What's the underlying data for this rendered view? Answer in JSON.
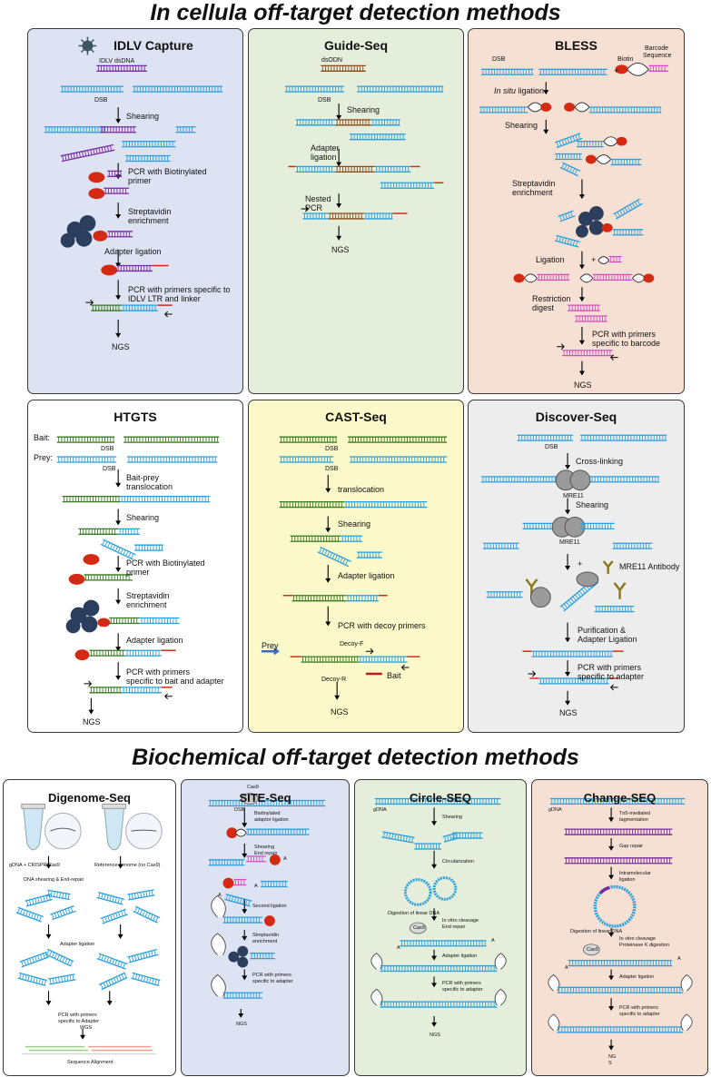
{
  "titles": {
    "in_cellula": "In cellula off-target detection methods",
    "biochemical": "Biochemical off-target detection methods"
  },
  "colors": {
    "blue_panel": "#dde3f3",
    "green_panel": "#e4eedb",
    "peach_panel": "#f6e0d3",
    "yellow_panel": "#fbf8c9",
    "grey_panel": "#ededed",
    "white_panel": "#ffffff",
    "dna_blue": "#2aa0dc",
    "dna_green": "#3a7a22",
    "dna_purple": "#7a2aa0",
    "dna_brown": "#8a4a1a",
    "dna_pink": "#d34fc0",
    "bead_red": "#d42a14",
    "streptavidin_navy": "#2c3e5e",
    "adapter_orange": "#e08a30"
  },
  "idlv": {
    "title": "IDLV Capture",
    "icon": "virus-icon",
    "dsdna": "IDLV dsDNA",
    "dsb": "DSB",
    "shearing": "Shearing",
    "pcr_biotin": [
      "PCR with Biotinylated",
      "primer"
    ],
    "strep": [
      "Streptavidin",
      "enrichment"
    ],
    "adapter": "Adapter ligation",
    "pcr_final": [
      "PCR with primers specific to",
      "IDLV LTR and linker"
    ],
    "ngs": "NGS"
  },
  "guide": {
    "title": "Guide-Seq",
    "dsodn": "dsODN",
    "dsb": "DSB",
    "shearing": "Shearing",
    "adapter": [
      "Adapter",
      "ligation"
    ],
    "nested": [
      "Nested",
      "PCR"
    ],
    "ngs": "NGS"
  },
  "bless": {
    "title": "BLESS",
    "dsb": "DSB",
    "plus": "+",
    "biotin": "Biotin",
    "barcode": [
      "Barcode",
      "Sequence"
    ],
    "insitu_it": "In situ",
    "insitu_rest": " ligation",
    "shearing": "Shearing",
    "strep": [
      "Streptavidin",
      "enrichment"
    ],
    "ligation": "Ligation",
    "plus2": "+",
    "restriction": [
      "Restriction",
      "digest"
    ],
    "pcr": [
      "PCR with primers",
      "specific to barcode"
    ],
    "ngs": "NGS"
  },
  "htgts": {
    "title": "HTGTS",
    "bait": "Bait:",
    "prey": "Prey:",
    "dsb1": "DSB",
    "dsb2": "DSB",
    "translocation": [
      "Bait-prey",
      "translocation"
    ],
    "shearing": "Shearing",
    "pcr_biotin": [
      "PCR with Biotinylated",
      "primer"
    ],
    "strep": [
      "Streptavidin",
      "enrichment"
    ],
    "adapter": "Adapter ligation",
    "pcr": [
      "PCR with primers",
      "specific to bait and adapter"
    ],
    "ngs": "NGS"
  },
  "cast": {
    "title": "CAST-Seq",
    "dsb1": "DSB",
    "dsb2": "DSB",
    "translocation": "translocation",
    "shearing": "Shearing",
    "adapter": "Adapter ligation",
    "pcr": "PCR with decoy primers",
    "decoy_f": "Decoy-F",
    "prey": "Prey",
    "bait": "Bait",
    "decoy_r": "Decoy-R",
    "ngs": "NGS"
  },
  "discover": {
    "title": "Discover-Seq",
    "dsb": "DSB",
    "crosslink": "Cross-linking",
    "mre11_a": "MRE11",
    "shearing": "Shearing",
    "mre11_b": "MRE11",
    "plus": "+",
    "antibody": "MRE11 Antibody",
    "purification": [
      "Purification &",
      "Adapter Ligation"
    ],
    "pcr": [
      "PCR with primers",
      "specific to adapter"
    ],
    "ngs": "NGS"
  },
  "digenome": {
    "title": "Digenome-Seq",
    "left_label": "gDNA + CRISPR/Cas9",
    "right_label": "Reference genome (no Cas9)",
    "shearing": "DNA shearing & End-repair",
    "adapter": "Adapter ligation",
    "pcr": [
      "PCR with primers",
      "specific to Adapter"
    ],
    "wgs": "WGS",
    "alignment": "Sequence Alignment"
  },
  "site": {
    "title": "SITE-Seq",
    "cas9": "Cas9",
    "dsb": "DSB",
    "biotin": [
      "Biotinylated",
      "adaptor ligation"
    ],
    "shearing": [
      "Shearing",
      "End repair"
    ],
    "a1": "A",
    "a2": "A",
    "a3": "A",
    "second": "Second ligation",
    "strep": [
      "Streptavidin",
      "enrichment"
    ],
    "pcr": [
      "PCR with primers",
      "specific to adapter"
    ],
    "ngs": "NGS"
  },
  "circle": {
    "title": "Circle-SEQ",
    "gdna": "gDNA",
    "shearing": "Shearing",
    "circ": "Circularization",
    "digest": "Digestion of linear DNA",
    "cleavage": [
      "In vitro cleavage",
      "End repair"
    ],
    "cas9": "Cas9",
    "a_left": "A",
    "a_right": "A",
    "adapter": "Adapter ligation",
    "pcr": [
      "PCR with primers",
      "specific to adapter"
    ],
    "ngs": "NGS"
  },
  "change": {
    "title": "Change-SEQ",
    "gdna": "gDNA",
    "tn5": [
      "Tn5-mediated",
      "tagmentation"
    ],
    "gap": "Gap repair",
    "intra": [
      "Intramolecular",
      "ligation"
    ],
    "digest": "Digestion of linear DNA",
    "cleavage": [
      "In vitro cleavage",
      "Proteinase K digestion"
    ],
    "cas9": "Cas9",
    "a_left": "A",
    "a_right": "A",
    "adapter": "Adapter ligation",
    "pcr": [
      "PCR with primers",
      "specific to adapter"
    ],
    "ngs": [
      "NG",
      "S"
    ]
  }
}
